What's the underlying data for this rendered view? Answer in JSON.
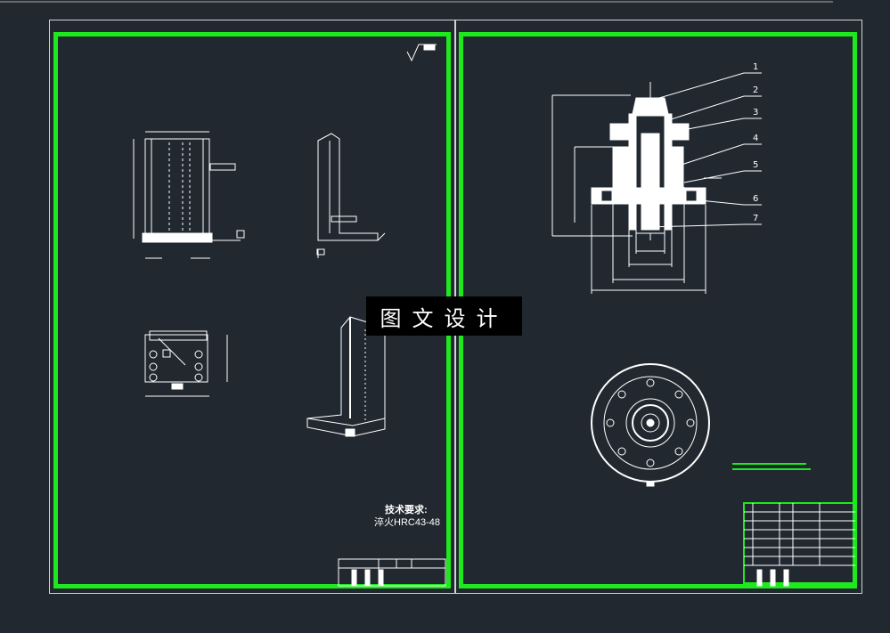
{
  "watermark": {
    "text": "图文设计"
  },
  "left_sheet": {
    "tech_req_title": "技术要求:",
    "tech_req_line": "淬火HRC43-48"
  },
  "right_sheet": {
    "part_numbers": [
      "1",
      "2",
      "3",
      "4",
      "5",
      "6",
      "7"
    ]
  },
  "colors": {
    "background": "#212830",
    "frame_green": "#1ee81e",
    "line_white": "#ffffff"
  }
}
